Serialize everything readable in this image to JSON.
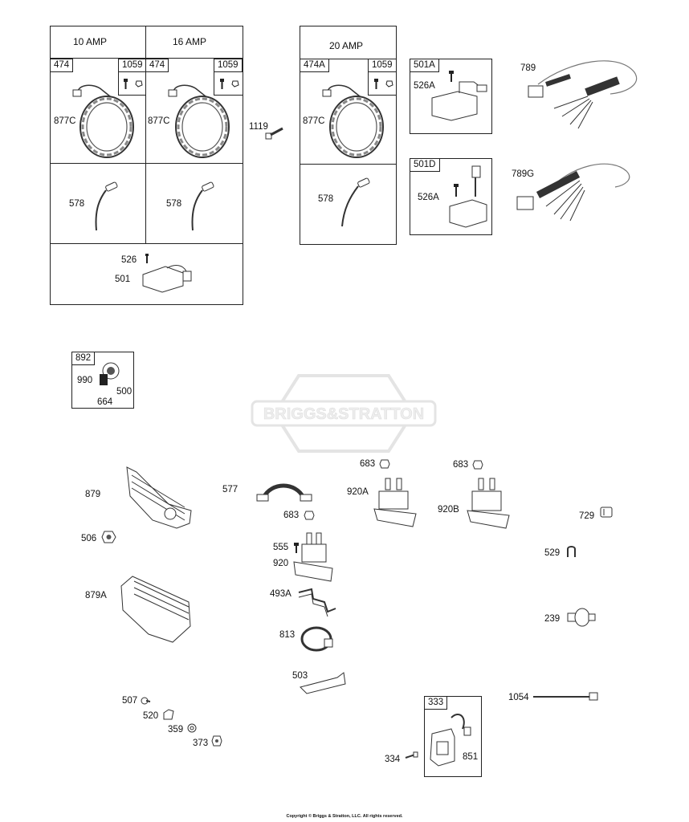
{
  "headers": {
    "amp10": "10 AMP",
    "amp16": "16 AMP",
    "amp20": "20 AMP"
  },
  "tags": {
    "t474a": "474",
    "t1059a": "1059",
    "t474b": "474",
    "t1059b": "1059",
    "t474A": "474A",
    "t1059c": "1059",
    "t501A": "501A",
    "t501D": "501D",
    "t892": "892",
    "t333": "333"
  },
  "labels": {
    "p877C_1": "877C",
    "p877C_2": "877C",
    "p877C_3": "877C",
    "p578_1": "578",
    "p578_2": "578",
    "p578_3": "578",
    "p526": "526",
    "p501": "501",
    "p1119": "1119",
    "p526A_1": "526A",
    "p526A_2": "526A",
    "p789": "789",
    "p789G": "789G",
    "p990": "990",
    "p500": "500",
    "p664": "664",
    "p879": "879",
    "p577": "577",
    "p683_1": "683",
    "p920A": "920A",
    "p683_2": "683",
    "p920B": "920B",
    "p729": "729",
    "p683_3": "683",
    "p506": "506",
    "p555": "555",
    "p920": "920",
    "p529": "529",
    "p879A": "879A",
    "p493A": "493A",
    "p239": "239",
    "p813": "813",
    "p503": "503",
    "p1054": "1054",
    "p507": "507",
    "p520": "520",
    "p359": "359",
    "p373": "373",
    "p334": "334",
    "p851": "851"
  },
  "watermark": "BRIGGS&STRATTON",
  "copyright": "Copyright © Briggs & Stratton, LLC. All rights reserved."
}
